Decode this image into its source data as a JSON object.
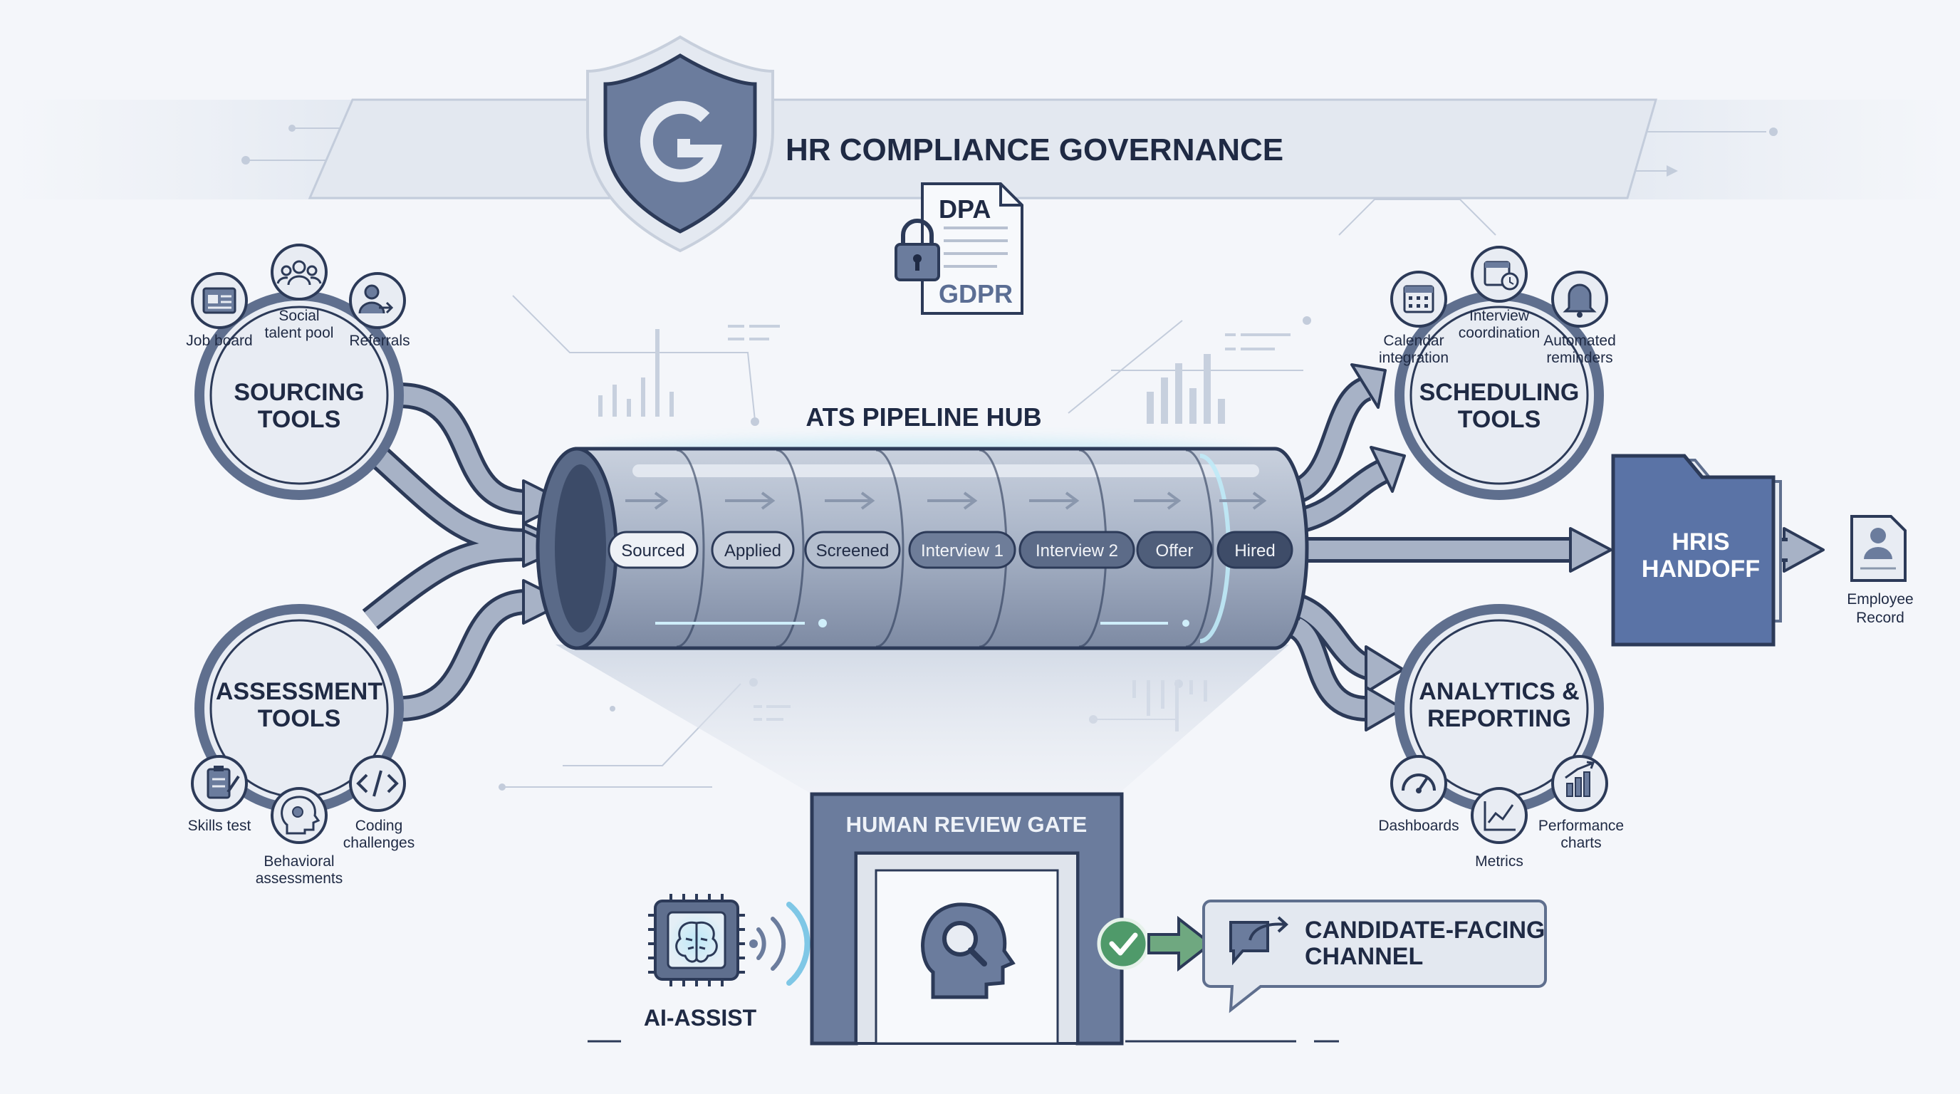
{
  "governance": {
    "title": "HR COMPLIANCE GOVERNANCE",
    "doc_top": "DPA",
    "doc_bottom": "GDPR"
  },
  "hub": {
    "title": "ATS PIPELINE HUB",
    "stages": [
      "Sourced",
      "Applied",
      "Screened",
      "Interview 1",
      "Interview 2",
      "Offer",
      "Hired"
    ]
  },
  "sourcing": {
    "title_line1": "SOURCING",
    "title_line2": "TOOLS",
    "items": [
      {
        "label": "Job board",
        "icon": "job-board-icon"
      },
      {
        "label_line1": "Social",
        "label_line2": "talent pool",
        "icon": "social-pool-icon"
      },
      {
        "label": "Referrals",
        "icon": "referrals-icon"
      }
    ]
  },
  "assessment": {
    "title_line1": "ASSESSMENT",
    "title_line2": "TOOLS",
    "items": [
      {
        "label": "Skills test",
        "icon": "clipboard-icon"
      },
      {
        "label_line1": "Behavioral",
        "label_line2": "assessments",
        "icon": "head-gear-icon"
      },
      {
        "label_line1": "Coding",
        "label_line2": "challenges",
        "icon": "code-icon"
      }
    ]
  },
  "scheduling": {
    "title_line1": "SCHEDULING",
    "title_line2": "TOOLS",
    "items": [
      {
        "label_line1": "Calendar",
        "label_line2": "integration",
        "icon": "calendar-icon"
      },
      {
        "label_line1": "Interview",
        "label_line2": "coordination",
        "icon": "calendar-clock-icon"
      },
      {
        "label_line1": "Automated",
        "label_line2": "reminders",
        "icon": "bell-icon"
      }
    ]
  },
  "analytics": {
    "title_line1": "ANALYTICS &",
    "title_line2": "REPORTING",
    "items": [
      {
        "label": "Dashboards",
        "icon": "gauge-icon"
      },
      {
        "label": "Metrics",
        "icon": "line-chart-icon"
      },
      {
        "label_line1": "Performance",
        "label_line2": "charts",
        "icon": "bar-chart-icon"
      }
    ]
  },
  "hris": {
    "line1": "HRIS",
    "line2": "HANDOFF",
    "record_line1": "Employee",
    "record_line2": "Record"
  },
  "review_gate": {
    "title": "HUMAN REVIEW GATE"
  },
  "ai_assist": {
    "label": "AI-ASSIST"
  },
  "candidate_channel": {
    "line1": "CANDIDATE-FACING",
    "line2": "CHANNEL"
  },
  "colors": {
    "navy": "#1f2a44",
    "slate": "#5f6f8e",
    "blue_box": "#5a73a6",
    "light_fill": "#e8ecf3",
    "check_green": "#4f9a6a",
    "glow": "#8fd8f0"
  }
}
